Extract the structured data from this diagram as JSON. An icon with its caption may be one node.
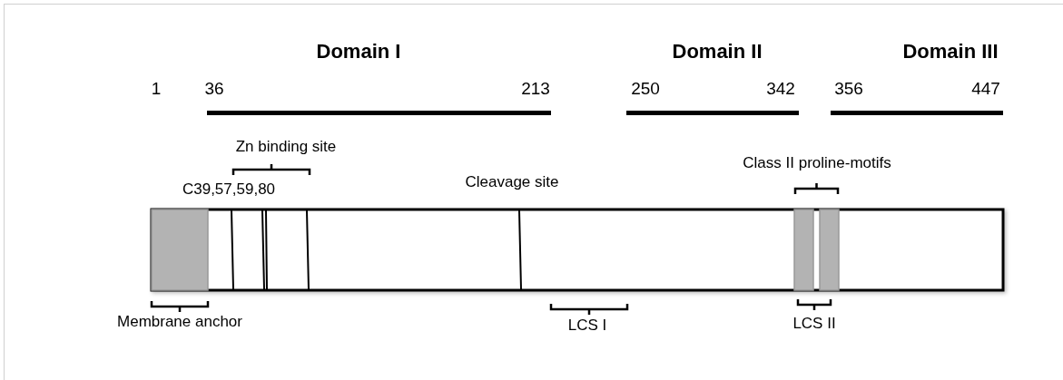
{
  "diagram": {
    "labels": [
      "Domain I",
      "Domain II",
      "Domain III",
      "1",
      "36",
      "213",
      "250",
      "342",
      "356",
      "447",
      "Zn binding site",
      "Class II proline-motifs",
      "C39,57,59,80",
      "Cleavage site",
      "Membrane anchor",
      "LCS I",
      "LCS II"
    ]
  }
}
